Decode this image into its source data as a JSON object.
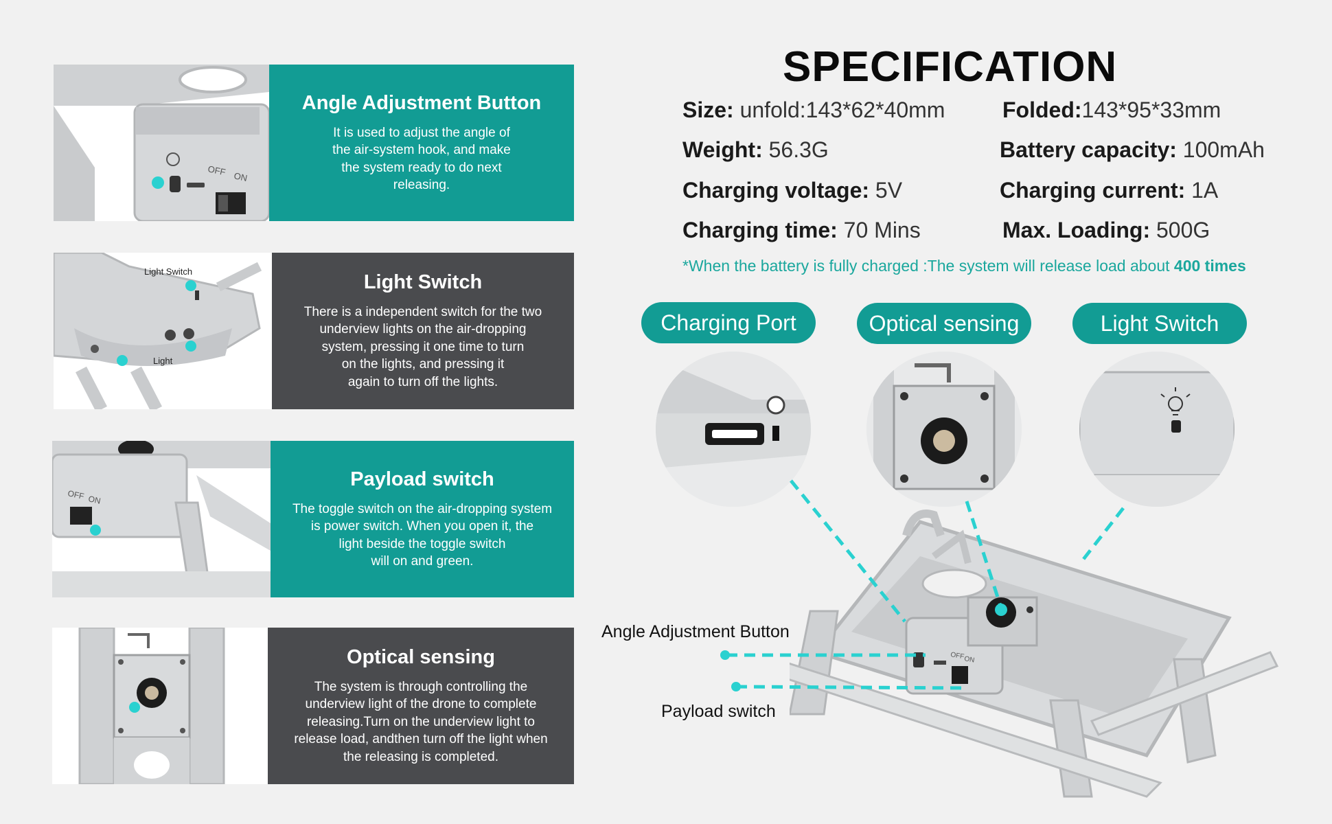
{
  "cards": [
    {
      "title": "Angle Adjustment Button",
      "body": "It is used to adjust the angle of\nthe air-system hook, and make\nthe system ready to do next\nreleasing.",
      "style": "teal"
    },
    {
      "title": "Light Switch",
      "body": "There is a independent switch for the two\nunderview lights on the air-dropping\nsystem, pressing it one time to turn\non the lights, and pressing it\nagain to turn off  the lights.",
      "style": "dark",
      "photo_labels": {
        "top": "Light Switch",
        "bottom": "Light"
      }
    },
    {
      "title": "Payload switch",
      "body": "The toggle switch on the air-dropping system\nis power switch. When you open it, the\nlight beside the toggle switch\nwill on and green.",
      "style": "teal"
    },
    {
      "title": "Optical sensing",
      "body": "The system is through controlling the\nunderview light of the drone to complete\nreleasing.Turn on the underview light to\nrelease load, andthen turn off the light when\nthe releasing is completed.",
      "style": "dark"
    }
  ],
  "photo_marks": {
    "off": "OFF",
    "on": "ON"
  },
  "specification": {
    "title": "SPECIFICATION",
    "rows": [
      {
        "label": "Size:",
        "value": " unfold:143*62*40mm"
      },
      {
        "label": "Folded:",
        "value": "143*95*33mm"
      },
      {
        "label": "Weight:",
        "value": " 56.3G"
      },
      {
        "label": "Battery capacity:",
        "value": " 100mAh"
      },
      {
        "label": "Charging voltage:",
        "value": " 5V"
      },
      {
        "label": "Charging current:",
        "value": " 1A"
      },
      {
        "label": "Charging time:",
        "value": " 70 Mins"
      },
      {
        "label": "Max. Loading:",
        "value": " 500G"
      }
    ],
    "note": "*When the battery is fully charged :The system will release load about ",
    "note_bold": "400 times"
  },
  "features": [
    "Charging Port",
    "Optical sensing",
    "Light Switch"
  ],
  "callouts": {
    "angle": "Angle Adjustment Button",
    "payload": "Payload switch"
  },
  "colors": {
    "teal": "#129c94",
    "dark": "#4a4b4e",
    "accent_cyan": "#2ad1d0",
    "background": "#f1f1f1"
  },
  "icons": [
    "micro-usb-port-icon",
    "light-sensor-icon",
    "light-bulb-icon"
  ]
}
